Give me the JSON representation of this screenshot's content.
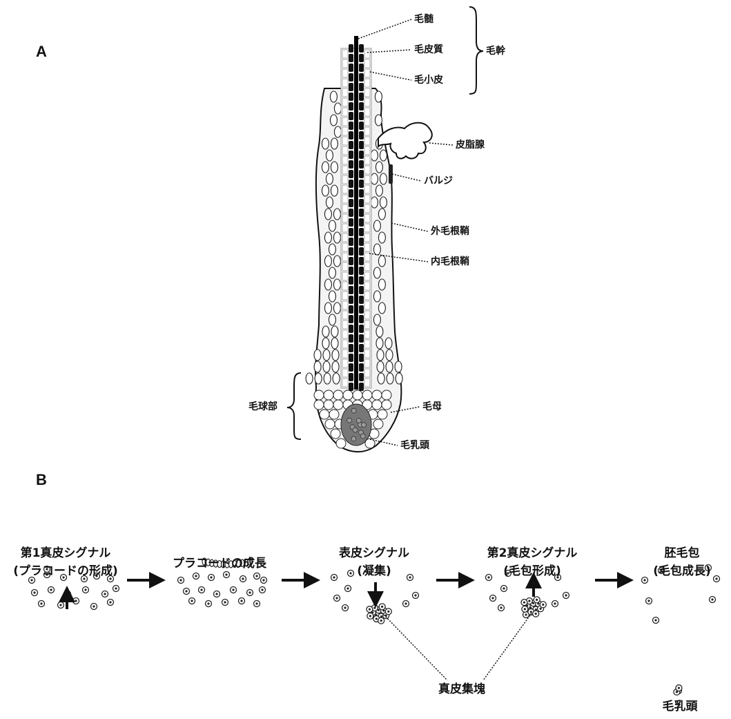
{
  "panels": {
    "a": "A",
    "b": "B"
  },
  "panel_a": {
    "labels": {
      "medulla": "毛髄",
      "cortex": "毛皮質",
      "cuticle": "毛小皮",
      "hair_shaft": "毛幹",
      "sebaceous_gland": "皮脂腺",
      "bulge": "バルジ",
      "outer_root_sheath": "外毛根鞘",
      "inner_root_sheath": "内毛根鞘",
      "hair_bulb": "毛球部",
      "matrix": "毛母",
      "dermal_papilla": "毛乳頭"
    }
  },
  "panel_b": {
    "stages": [
      {
        "line1": "第1真皮シグナル",
        "line2": "(プラコードの形成)"
      },
      {
        "line1": "プラコードの成長",
        "line2": ""
      },
      {
        "line1": "表皮シグナル",
        "line2": "(凝集)"
      },
      {
        "line1": "第2真皮シグナル",
        "line2": "(毛包形成)"
      },
      {
        "line1": "胚毛包",
        "line2": "(毛包成長)"
      }
    ],
    "dermal_condensate": "真皮集塊",
    "dermal_papilla": "毛乳頭"
  }
}
